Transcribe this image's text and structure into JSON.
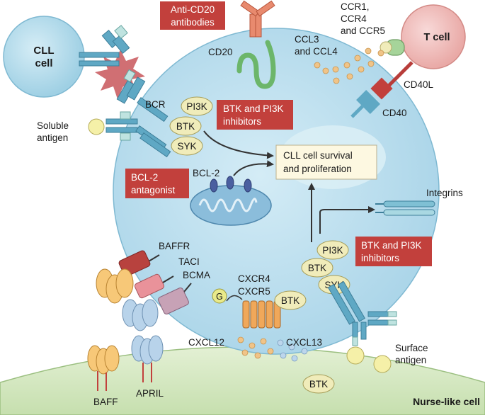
{
  "cells": {
    "cll_cell": [
      "CLL",
      "cell"
    ],
    "t_cell": "T cell",
    "nurse_like_cell": "Nurse-like cell"
  },
  "drugs": {
    "anti_cd20": [
      "Anti-CD20",
      "antibodies"
    ],
    "btk_pi3k_top": [
      "BTK and PI3K",
      "inhibitors"
    ],
    "bcl2_antagonist": [
      "BCL-2",
      "antagonist"
    ],
    "btk_pi3k_right": [
      "BTK and PI3K",
      "inhibitors"
    ]
  },
  "outcome": [
    "CLL cell survival",
    "and proliferation"
  ],
  "labels": {
    "cd20": "CD20",
    "ccr": [
      "CCR1,",
      "CCR4",
      "and CCR5"
    ],
    "ccl": [
      "CCL3",
      "and CCL4"
    ],
    "cd40l": "CD40L",
    "cd40": "CD40",
    "bcr": "BCR",
    "soluble_antigen": [
      "Soluble",
      "antigen"
    ],
    "bcl2": "BCL-2",
    "integrins": "Integrins",
    "baffr": "BAFFR",
    "taci": "TACI",
    "bcma": "BCMA",
    "cxcr": [
      "CXCR4",
      "CXCR5"
    ],
    "g_protein": "G",
    "cxcl12": "CXCL12",
    "cxcl13": "CXCL13",
    "surface_antigen": [
      "Surface",
      "antigen"
    ],
    "baff": "BAFF",
    "april": "APRIL"
  },
  "kinases": {
    "pi3k": "PI3K",
    "btk": "BTK",
    "syk": "SYK"
  },
  "colors": {
    "cll_cell_fill": "#bfe1ef",
    "t_cell_fill": "#f2c4c2",
    "nurse_cell_fill": "#d5e8c4",
    "drug_box": "#c2403c",
    "kinase_fill": "#f0ecba",
    "receptor_blue": "#5fa8c4",
    "receptor_light": "#bfe3e0",
    "arrow": "#333333"
  }
}
